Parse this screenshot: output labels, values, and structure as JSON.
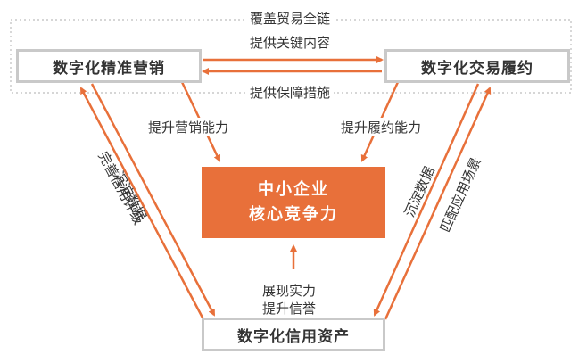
{
  "boxes": {
    "top_left": "数字化精准营销",
    "top_right": "数字化交易履约",
    "bottom": "数字化信用资产",
    "center_line1": "中小企业",
    "center_line2": "核心竞争力"
  },
  "labels": {
    "cover_chain": "覆盖贸易全链",
    "provide_content": "提供关键内容",
    "provide_guarantee": "提供保障措施",
    "improve_marketing": "提升营销能力",
    "improve_fulfillment": "提升履约能力",
    "show_strength": "展现实力",
    "improve_reputation": "提升信誉",
    "left_outer": "沉淀数据",
    "left_inner": "完善信用评级",
    "right_inner": "沉淀数据",
    "right_outer": "匹配应用场景"
  },
  "colors": {
    "accent": "#e8703a",
    "box_border": "#c9c9c9",
    "dotted": "#bdbdbd",
    "text": "#333333"
  }
}
